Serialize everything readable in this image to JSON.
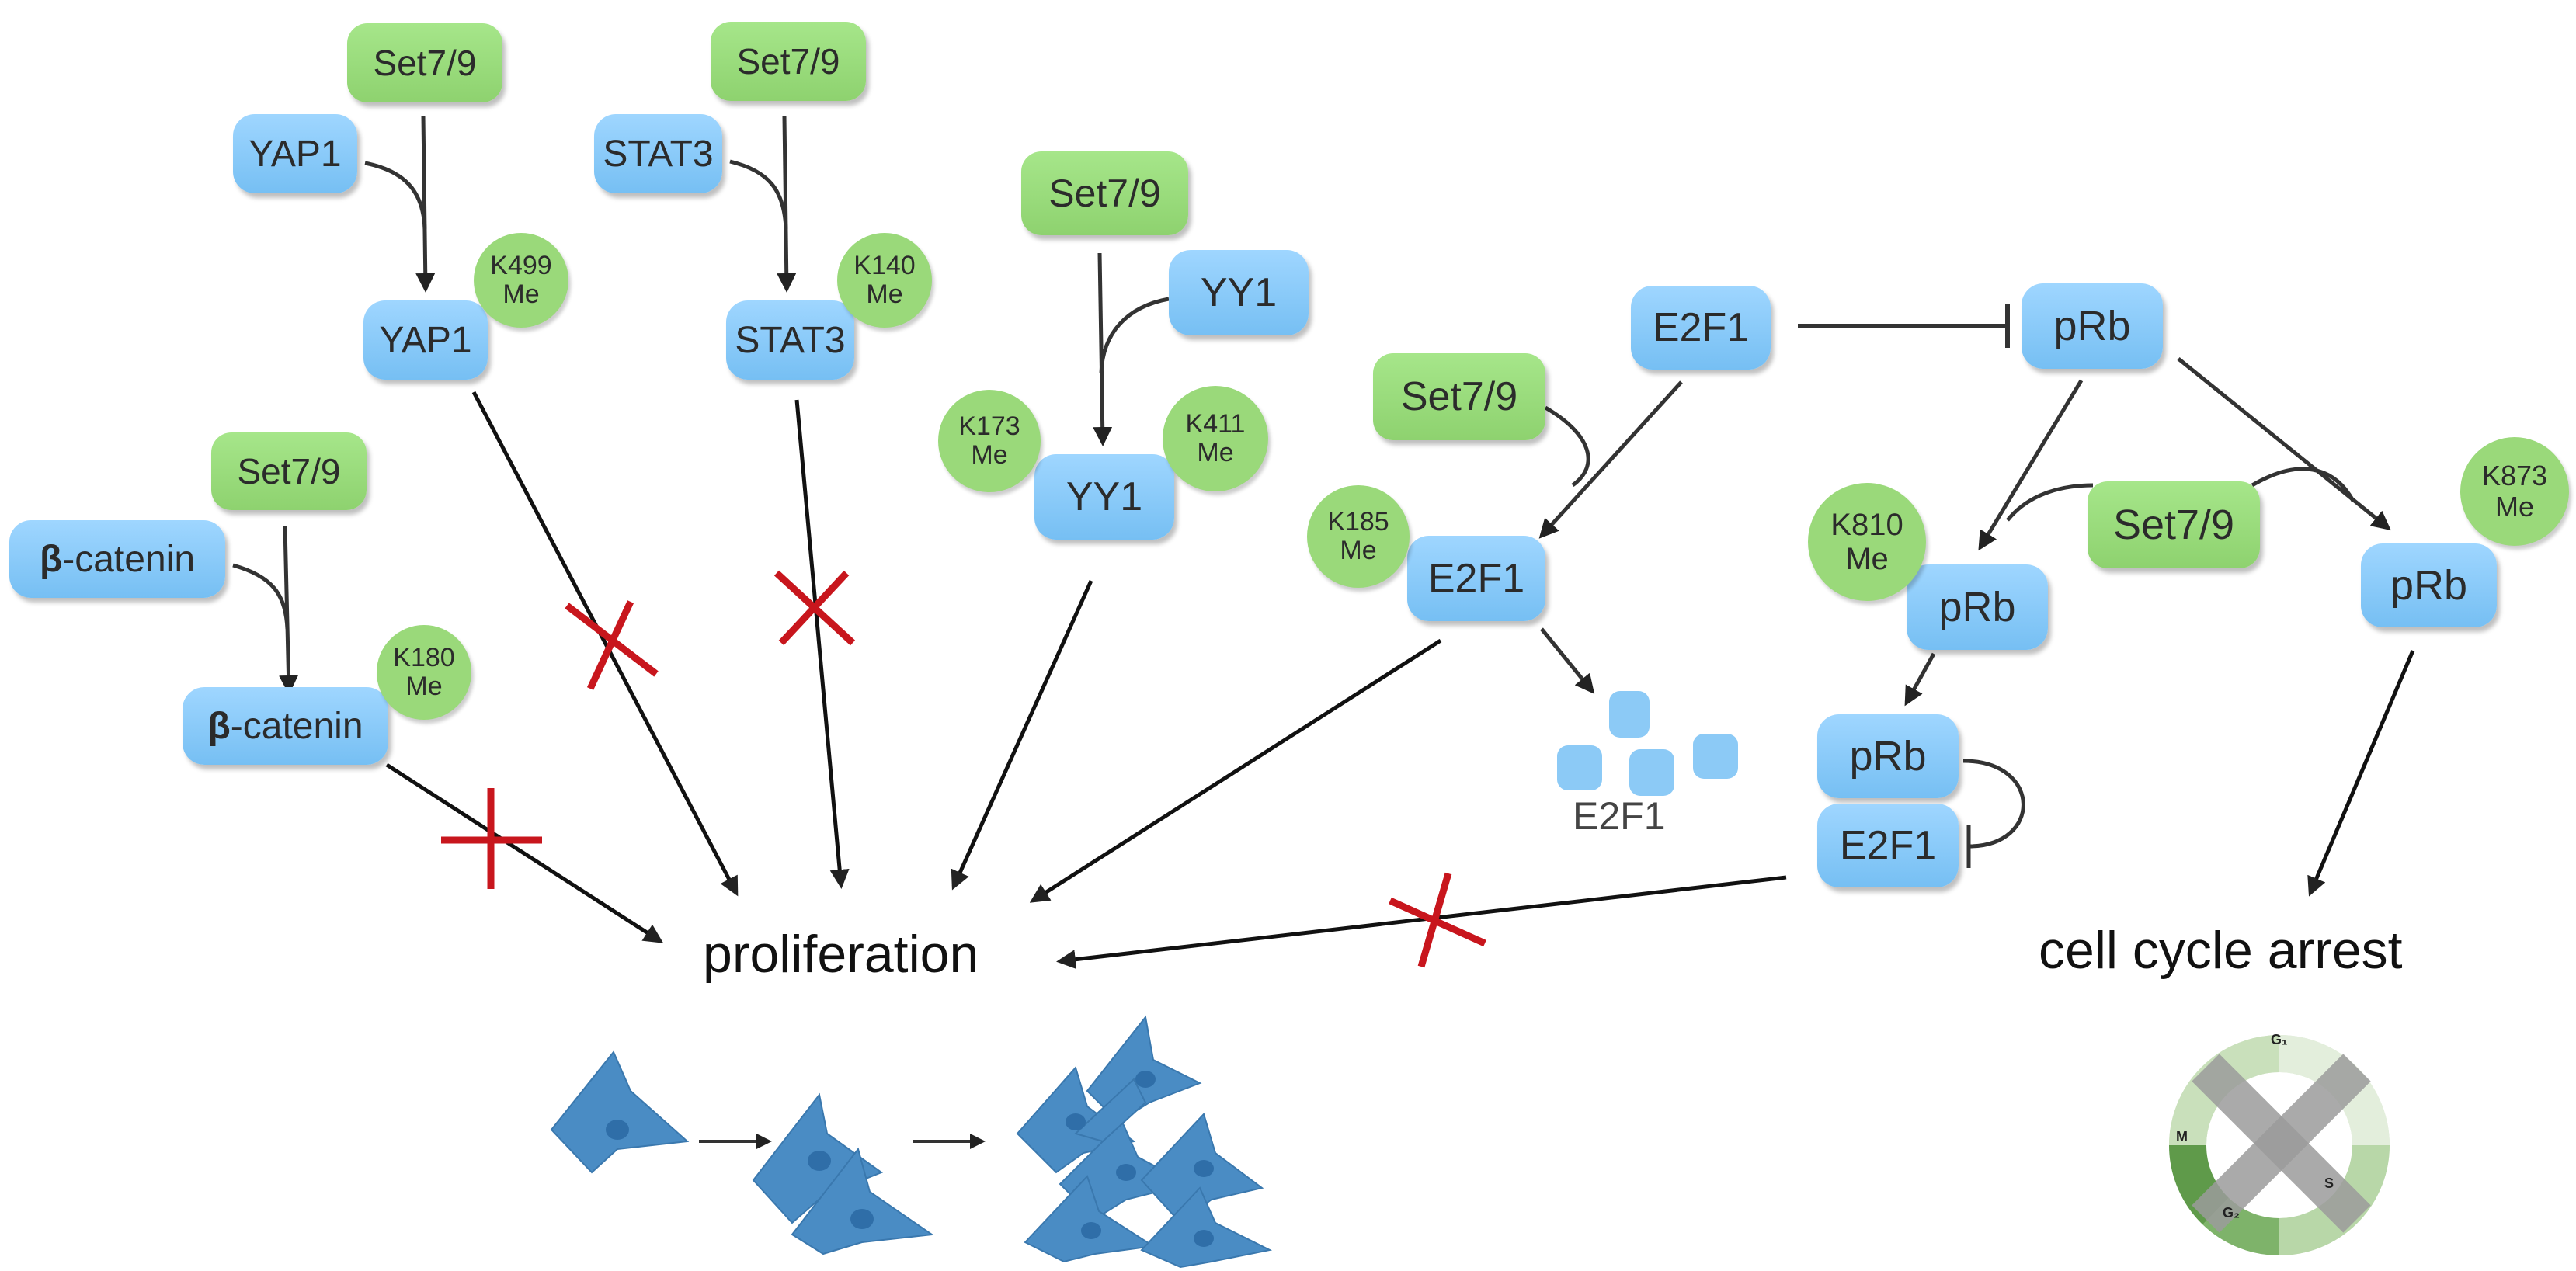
{
  "colors": {
    "green_node": "#96d977",
    "blue_node": "#84c8f7",
    "arrow": "#222222",
    "block_cross": "#c8161d",
    "cell": "#4a8cc4"
  },
  "nodes": {
    "yap1_set": "Set7/9",
    "yap1_in": "YAP1",
    "yap1_out": "YAP1",
    "yap1_badge_site": "K499",
    "yap1_badge_me": "Me",
    "stat3_set": "Set7/9",
    "stat3_in": "STAT3",
    "stat3_out": "STAT3",
    "stat3_badge_site": "K140",
    "stat3_badge_me": "Me",
    "yy1_set": "Set7/9",
    "yy1_in": "YY1",
    "yy1_out": "YY1",
    "yy1_badge_left_site": "K173",
    "yy1_badge_left_me": "Me",
    "yy1_badge_right_site": "K411",
    "yy1_badge_right_me": "Me",
    "bcat_set": "Set7/9",
    "bcat_in_bold": "β",
    "bcat_in_rest": "-catenin",
    "bcat_out_bold": "β",
    "bcat_out_rest": "-catenin",
    "bcat_badge_site": "K180",
    "bcat_badge_me": "Me",
    "e2f1_top": "E2F1",
    "e2f1_set": "Set7/9",
    "e2f1_me": "E2F1",
    "e2f1_badge_site": "K185",
    "e2f1_badge_me": "Me",
    "e2f1_degraded": "E2F1",
    "prb_top": "pRb",
    "prb_set": "Set7/9",
    "prb_k810": "pRb",
    "prb_k810_badge_site": "K810",
    "prb_k810_badge_me": "Me",
    "prb_k873": "pRb",
    "prb_k873_badge_site": "K873",
    "prb_k873_badge_me": "Me",
    "complex_prb": "pRb",
    "complex_e2f1": "E2F1"
  },
  "outcomes": {
    "proliferation": "proliferation",
    "arrest": "cell cycle arrest"
  },
  "cell_cycle": {
    "g1": "G₁",
    "s": "S",
    "g2": "G₂",
    "m": "M"
  }
}
